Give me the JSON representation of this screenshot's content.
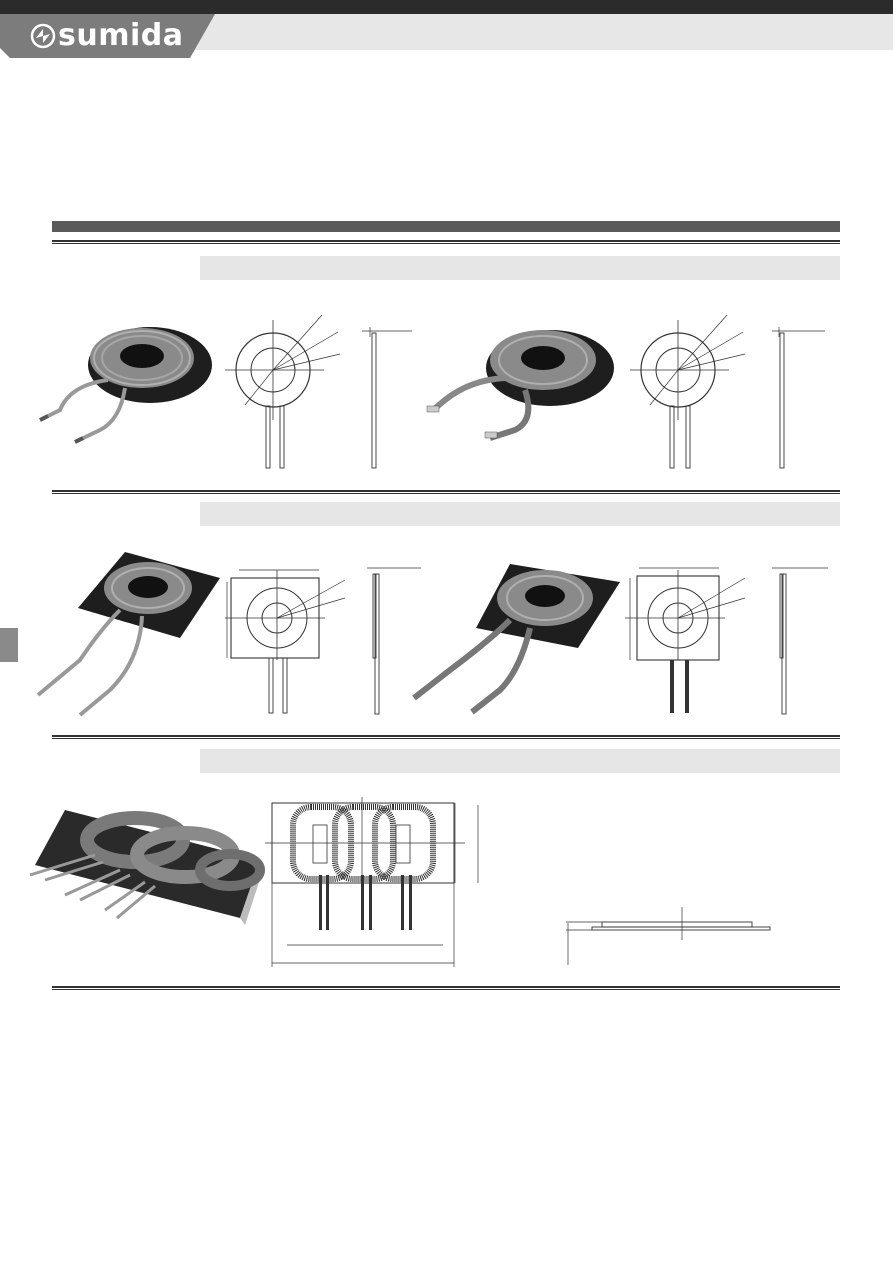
{
  "header": {
    "brand_name": "sumida",
    "colors": {
      "topbar": "#2b2b2b",
      "logo_tab": "#7c7c7c",
      "band": "#e7e7e7",
      "section_bar": "#5a5a5a"
    }
  },
  "icons": {
    "logo": "sumida-logo-icon",
    "side_tab": "page-side-tab"
  },
  "sections": [
    {
      "id": "round-coil",
      "figures": [
        "photo-round-coil-a",
        "drawing-top-a",
        "drawing-side-a",
        "photo-round-coil-b",
        "drawing-top-b",
        "drawing-side-b"
      ]
    },
    {
      "id": "square-coil",
      "figures": [
        "photo-square-coil-a",
        "drawing-square-top-a",
        "drawing-square-side-a",
        "photo-square-coil-b",
        "drawing-square-top-b",
        "drawing-square-side-b"
      ]
    },
    {
      "id": "multi-coil",
      "figures": [
        "photo-multi-coil",
        "drawing-multi-top",
        "drawing-multi-side"
      ]
    }
  ]
}
